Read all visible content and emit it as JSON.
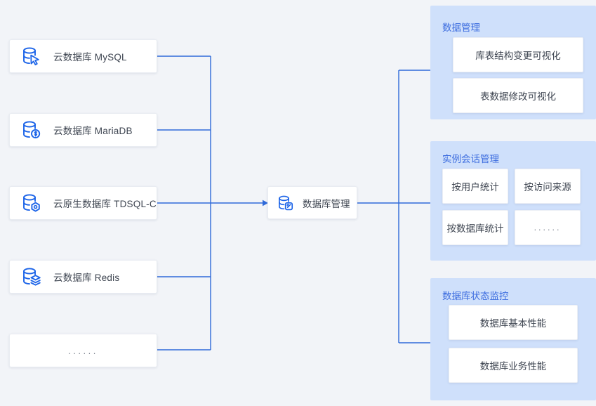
{
  "theme": {
    "canvas_bg": "#f2f4f8",
    "card_bg": "#ffffff",
    "panel_bg": "#cfe0fb",
    "accent_blue": "#2f6ad9",
    "icon_blue": "#1c64e8",
    "title_blue": "#3c6cdf",
    "text": "#3d4450",
    "line": "#2f6ad9"
  },
  "sources": {
    "items": [
      {
        "id": "mysql",
        "label": "云数据库 MySQL",
        "icon": "database-cursor-icon"
      },
      {
        "id": "mariadb",
        "label": "云数据库 MariaDB",
        "icon": "database-seal-icon"
      },
      {
        "id": "tdsqlc",
        "label": "云原生数据库 TDSQL-C",
        "icon": "database-hexagon-icon"
      },
      {
        "id": "redis",
        "label": "云数据库 Redis",
        "icon": "database-layers-icon"
      },
      {
        "id": "more",
        "label": "......",
        "icon": "none"
      }
    ]
  },
  "hub": {
    "label": "数据库管理",
    "icon": "database-wrench-icon"
  },
  "panels": [
    {
      "id": "data-management",
      "title": "数据管理",
      "features": [
        "库表结构变更可视化",
        "表数据修改可视化"
      ]
    },
    {
      "id": "session-management",
      "title": "实例会话管理",
      "features": [
        "按用户统计",
        "按访问来源",
        "按数据库统计",
        "......"
      ]
    },
    {
      "id": "status-monitoring",
      "title": "数据库状态监控",
      "features": [
        "数据库基本性能",
        "数据库业务性能"
      ]
    }
  ]
}
